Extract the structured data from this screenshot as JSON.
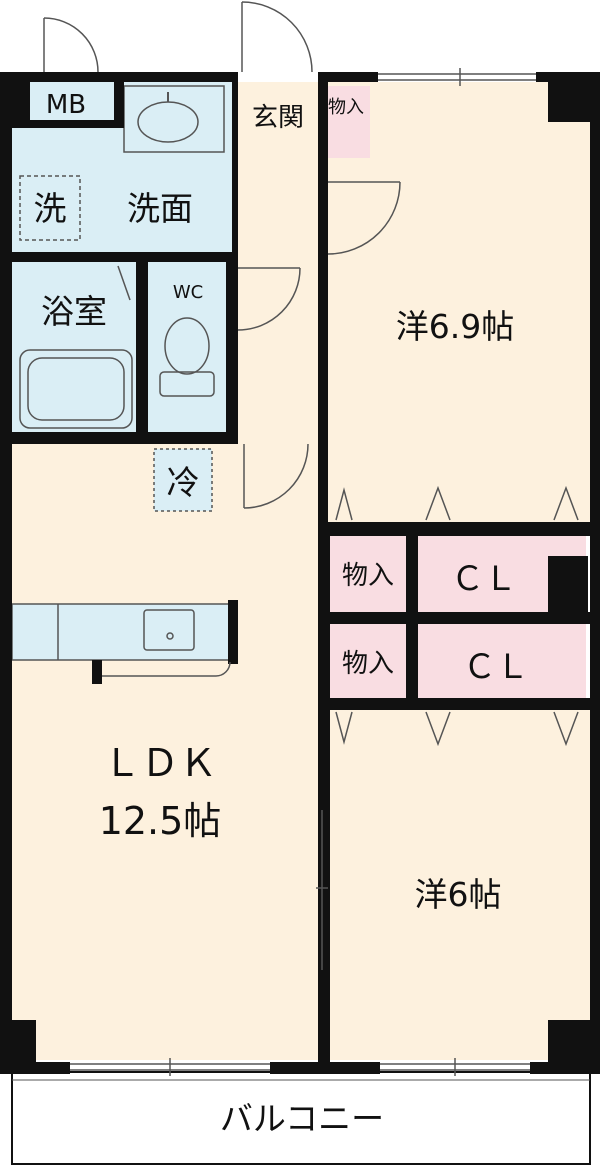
{
  "colors": {
    "wall": "#111111",
    "room_floor": "#fdf1de",
    "wet_area": "#daeef5",
    "storage": "#f9dde2",
    "balcony": "#ffffff",
    "fixture_line": "#555555"
  },
  "rooms": {
    "mb": "MB",
    "wash": "洗",
    "washroom": "洗面",
    "bath": "浴室",
    "wc": "WC",
    "entrance": "玄関",
    "storage_entrance": "物入",
    "western_room_1": "洋6.9帖",
    "fridge": "冷",
    "storage_1": "物入",
    "closet_1": "ＣＬ",
    "storage_2": "物入",
    "closet_2": "ＣＬ",
    "ldk_name": "ＬＤＫ",
    "ldk_size": "12.5帖",
    "western_room_2": "洋6帖",
    "balcony": "バルコニー"
  }
}
